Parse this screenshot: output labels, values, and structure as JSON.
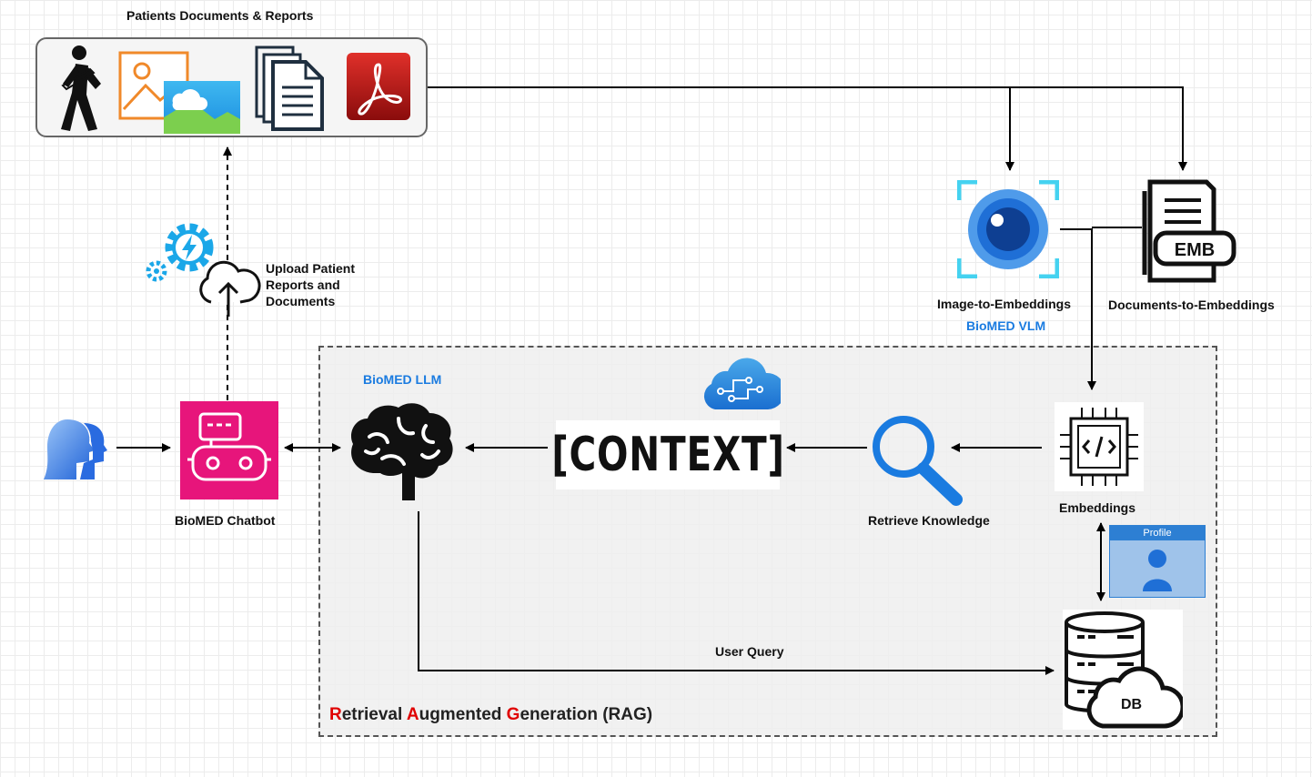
{
  "docs_group": {
    "title": "Patients Documents & Reports"
  },
  "upload": {
    "line1": "Upload Patient",
    "line2": "Reports and",
    "line3": "Documents"
  },
  "chatbot": {
    "label": "BioMED Chatbot"
  },
  "llm": {
    "label": "BioMED LLM"
  },
  "context": {
    "label": "[CONTEXT]"
  },
  "retrieve": {
    "label": "Retrieve Knowledge"
  },
  "embeddings": {
    "label": "Embeddings"
  },
  "image_emb": {
    "label": "Image-to-Embeddings",
    "sublabel": "BioMED VLM"
  },
  "doc_emb": {
    "label": "Documents-to-Embeddings",
    "icon_text": "EMB"
  },
  "profile": {
    "label": "Profile"
  },
  "db": {
    "label": "DB"
  },
  "edges": {
    "user_query": "User Query"
  },
  "rag": {
    "title_parts": [
      {
        "text": "R",
        "accent": true
      },
      {
        "text": "etrieval ",
        "accent": false
      },
      {
        "text": "A",
        "accent": true
      },
      {
        "text": "ugmented ",
        "accent": false
      },
      {
        "text": "G",
        "accent": true
      },
      {
        "text": "eneration (RAG)",
        "accent": false
      }
    ]
  },
  "colors": {
    "accent_red": "#e00000",
    "accent_blue": "#1a7be0",
    "chatbot_pink": "#e7157b",
    "profile_blue": "#2d7fd3"
  },
  "icons": [
    "walking-patient-icon",
    "image-icon",
    "cloud-image-icon",
    "documents-icon",
    "pdf-icon",
    "gear-bolt-icon",
    "cloud-upload-icon",
    "user-heads-icon",
    "chatbot-icon",
    "brain-icon",
    "cloud-network-icon",
    "search-icon",
    "chip-code-icon",
    "eye-lens-icon",
    "emb-document-icon",
    "profile-user-icon",
    "database-icon",
    "cloud-icon"
  ]
}
